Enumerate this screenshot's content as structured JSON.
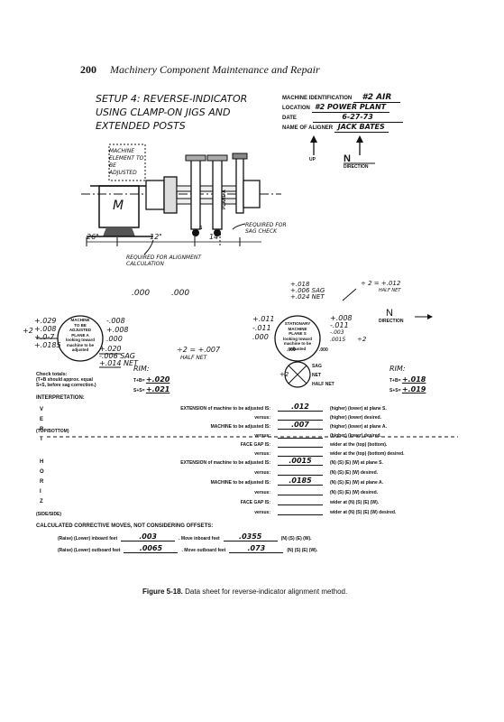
{
  "page": {
    "number": "200",
    "running_title": "Machinery Component Maintenance and Repair"
  },
  "setup": {
    "title_line1": "SETUP 4: REVERSE-INDICATOR",
    "title_line2": "USING CLAMP-ON JIGS AND",
    "title_line3": "EXTENDED POSTS"
  },
  "form_info": {
    "machine_id_label": "MACHINE IDENTIFICATION",
    "machine_id_value": "#2 AIR",
    "location_label": "LOCATION",
    "location_value": "#2 POWER PLANT",
    "date_label": "DATE",
    "date_value": "6-27-73",
    "aligner_label": "NAME OF ALIGNER",
    "aligner_value": "JACK BATES",
    "up_label": "UP",
    "north_label": "N",
    "direction_label": "DIRECTION"
  },
  "diagram": {
    "machine_element_label": "MACHINE ELEMENT TO BE ADJUSTED",
    "m_label": "M",
    "s_label": "S",
    "plane_a_label": "PLANE A",
    "plane_s_label": "PLANE S",
    "dim1": "26\"",
    "dim2": "12\"",
    "dim3": "14\"",
    "required_sag_check": "REQUIRED FOR SAG CHECK",
    "required_alignment": "REQUIRED FOR ALIGNMENT CALCULATION"
  },
  "readings": {
    "top_left_a": ".000",
    "top_left_b": ".000",
    "left_col": [
      "+.029",
      "+.008",
      "+.0-7",
      "+.0185"
    ],
    "left_plus2": "+2",
    "machine_circle": [
      "MACHINE",
      "TO BE",
      "ADJUSTED",
      "PLANE A",
      "looking toward",
      "machine to be",
      "adjusted"
    ],
    "mid_col": [
      "-.008",
      "+.008",
      ".000"
    ],
    "calc1": "+.020",
    "calc2": "-.006 SAG",
    "calc3": "+.014 NET",
    "half_eq": "÷2 = +.007",
    "half_net": "HALF NET",
    "check_totals": "Check totals:",
    "check_note1": "(T+B should approx. equal",
    "check_note2": "S+S, before sag correction.)",
    "rim1": "RIM:",
    "tb1_label": "T+B=",
    "tb1_val": "+.020",
    "ss1_label": "S+S=",
    "ss1_val": "+.021",
    "top_right_a": "+.018",
    "top_right_b": "+.006 SAG",
    "top_right_c": "+.024 NET",
    "top_right_div": "÷ 2 = +.012",
    "top_right_half": "HALF NET",
    "right_col": [
      "+.011",
      "-.011",
      ".000"
    ],
    "stat_circle": [
      "STATIONARY",
      "MACHINE",
      "PLANE S",
      "looking toward",
      "machine to be",
      "adjusted"
    ],
    "r_col2": [
      "+.008",
      "-.011",
      "-.003",
      ".0015"
    ],
    "r_div": "÷2",
    "zero_a": ".000",
    "zero_b": ".000",
    "sag_word": "SAG",
    "net_word": "NET",
    "half_net_word": "HALF NET",
    "plus2": "+2",
    "rim2": "RIM:",
    "tb2_label": "T+B=",
    "tb2_val": "+.018",
    "ss2_label": "S+S=",
    "ss2_val": "+.019",
    "n_label2": "N",
    "direction2": "DIRECTION"
  },
  "interpretation": {
    "heading": "INTERPRETATION:",
    "vert_letters": [
      "V",
      "E",
      "R",
      "T"
    ],
    "horiz_letters": [
      "H",
      "O",
      "R",
      "I",
      "Z"
    ],
    "topbottom": "(TOP/BOTTOM)",
    "sideside": "(SIDE/SIDE)",
    "v_rows": [
      {
        "label": "EXTENSION of machine to be adjusted IS:",
        "value": ".012",
        "desc": "(higher) (lower) at plane S."
      },
      {
        "label": "versus:",
        "value": "",
        "desc": "(higher) (lower) desired."
      },
      {
        "label": "MACHINE to be adjusted IS:",
        "value": ".007",
        "desc": "(higher) (lower) at plane A."
      },
      {
        "label": "versus:",
        "value": "",
        "desc": "(higher) (lower) desired."
      },
      {
        "label": "FACE GAP IS:",
        "value": "",
        "desc": "wider at the (top) (bottom)."
      },
      {
        "label": "versus:",
        "value": "",
        "desc": "wider at the (top) (bottom) desired."
      }
    ],
    "h_rows": [
      {
        "label": "EXTENSION of machine to be adjusted IS:",
        "value": ".0015",
        "desc": "(N) (S) (E) (W) at plane S."
      },
      {
        "label": "versus:",
        "value": "",
        "desc": "(N) (S) (E) (W) desired."
      },
      {
        "label": "MACHINE to be adjusted IS:",
        "value": ".0185",
        "desc": "(N) (S) (E) (W) at plane A."
      },
      {
        "label": "versus:",
        "value": "",
        "desc": "(N) (S) (E) (W) desired."
      },
      {
        "label": "FACE GAP IS:",
        "value": "",
        "desc": "wider at (N) (S) (E) (W)."
      },
      {
        "label": "versus:",
        "value": "",
        "desc": "wider at (N) (S) (E) (W) desired."
      }
    ]
  },
  "corrective": {
    "heading": "CALCULATED CORRECTIVE MOVES, NOT CONSIDERING OFFSETS:",
    "row1_a": "(Raise) (Lower) inboard feet",
    "row1_val": ".003",
    "row1_b": ". Move inboard feet",
    "row1_val2": ".0355",
    "row1_c": "(N) (S) (E) (W).",
    "row2_a": "(Raise) (Lower) outboard feet",
    "row2_val": ".0065",
    "row2_b": ". Move outboard feet",
    "row2_val2": ".073",
    "row2_c": "(N) (S) (E) (W)."
  },
  "caption": {
    "figure": "Figure 5-18.",
    "text": "Data sheet for reverse-indicator alignment method."
  }
}
